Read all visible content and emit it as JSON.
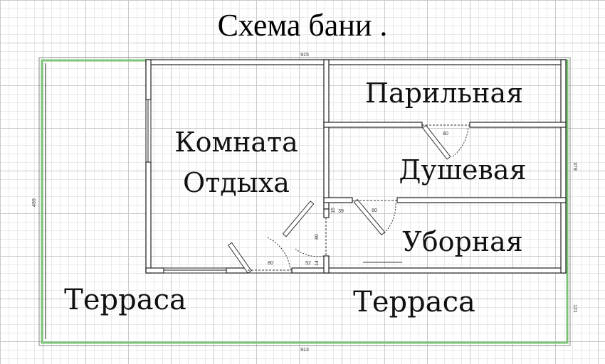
{
  "title": "Схема бани .",
  "rooms": {
    "parilnaya": "Парильная",
    "komnata_line1": "Комната",
    "komnata_line2": "Отдыха",
    "dushevaya": "Душевая",
    "ubornaya": "Уборная",
    "terrasa_left": "Терраса",
    "terrasa_right": "Терраса"
  },
  "dimensions": {
    "top_width": "915",
    "bottom_width": "913",
    "left_height": "499",
    "right_upper": "378",
    "right_lower": "121",
    "door_parilnaya": "80",
    "door_dushevaya": "80",
    "door_tambur": "80",
    "door_main": "80",
    "small_52": "52",
    "small_14": "14",
    "small_16": "16",
    "small_39": "39"
  },
  "colors": {
    "outline": "#7cc576",
    "wall": "#ffffff",
    "wall_stroke": "#222222"
  }
}
